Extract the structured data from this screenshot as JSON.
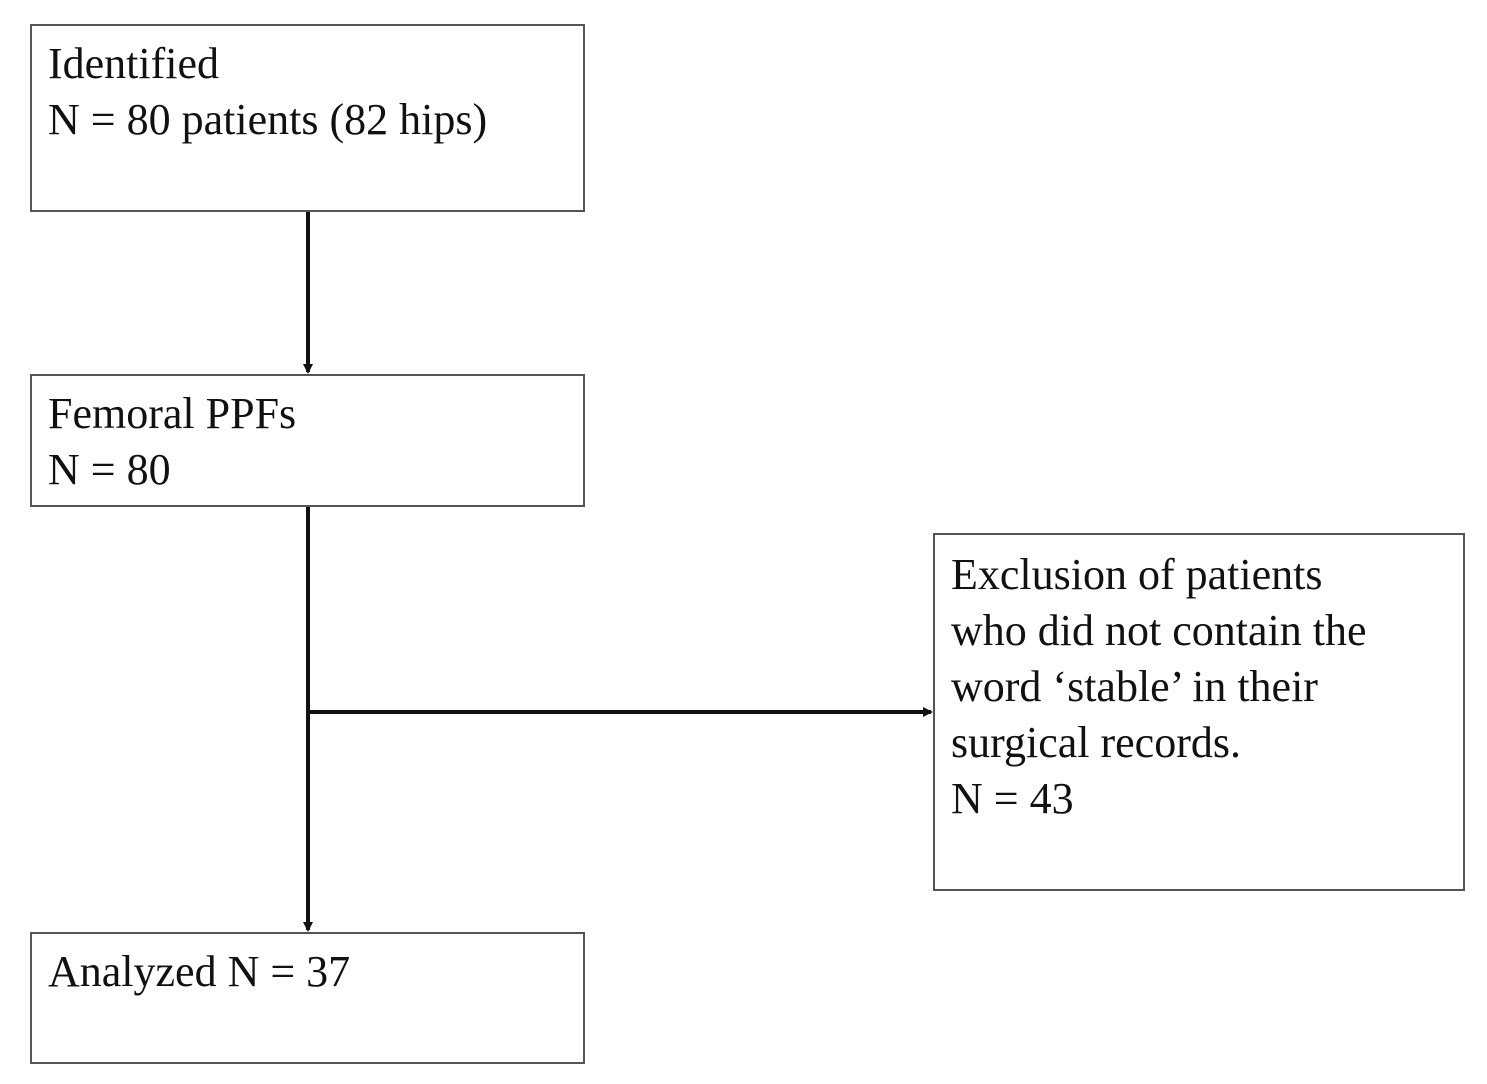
{
  "boxes": {
    "identified": {
      "lines": [
        "Identified",
        "N = 80 patients (82 hips)"
      ]
    },
    "femoral": {
      "lines": [
        "Femoral PPFs",
        "N = 80"
      ]
    },
    "exclusion": {
      "lines": [
        "Exclusion of patients",
        "who did not contain the",
        "word ‘stable’ in their",
        "surgical records.",
        "N = 43"
      ]
    },
    "analyzed": {
      "lines": [
        "Analyzed N = 37"
      ]
    }
  },
  "colors": {
    "border": "#555555",
    "arrow": "#111111",
    "text": "#111111"
  }
}
